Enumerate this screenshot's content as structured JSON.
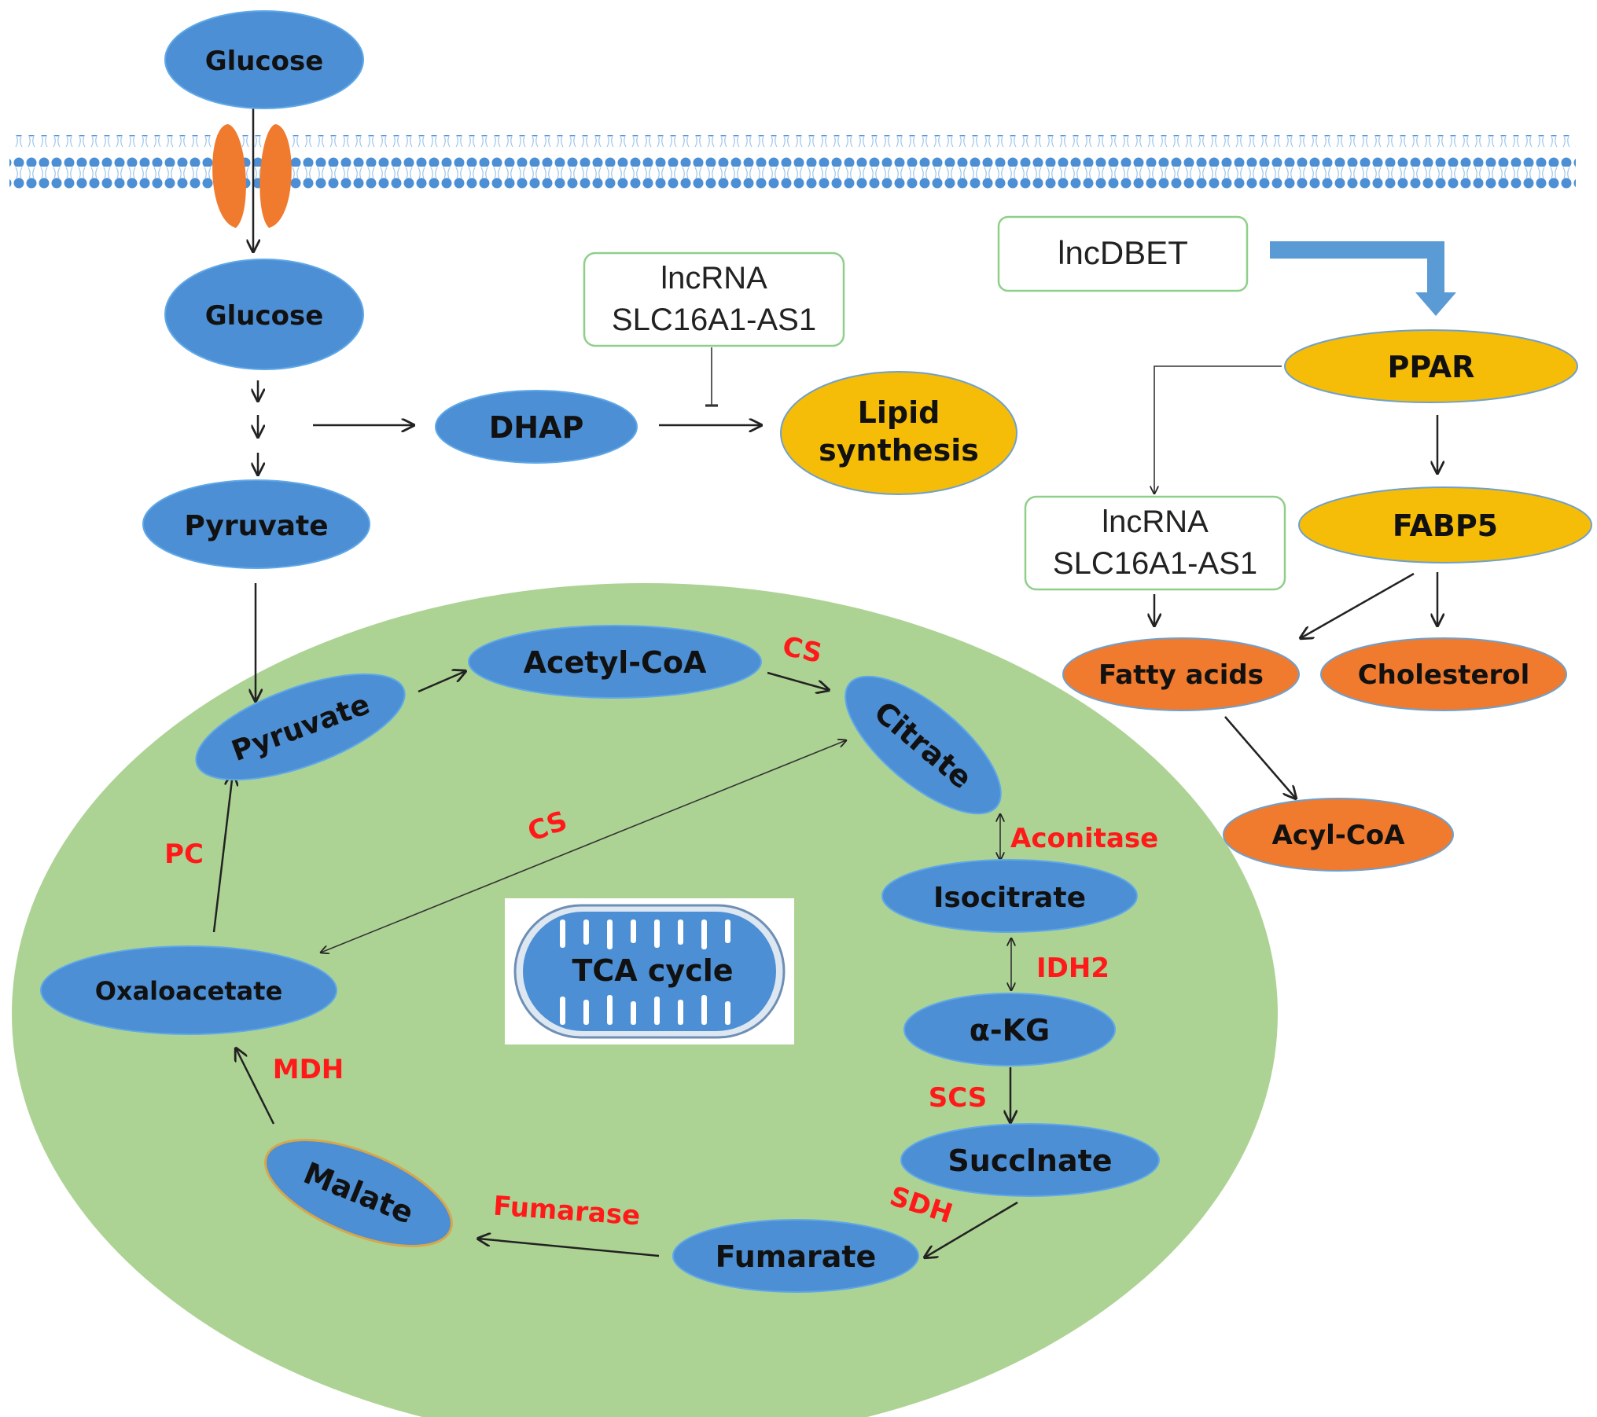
{
  "colors": {
    "node_blue": "#4d8fd4",
    "node_yellow": "#f5bd07",
    "node_orange": "#f07a2e",
    "mitochondrion_green": "#a9d18e",
    "enzyme_red": "#ff1a1a",
    "membrane_blue": "#4d8fd4",
    "transporter_orange": "#f07a2e",
    "flow_arrow_blue": "#5b9bd5"
  },
  "nodes": {
    "glucose_outside": "Glucose",
    "glucose_inside": "Glucose",
    "pyruvate_cytosol": "Pyruvate",
    "dhap": "DHAP",
    "lipid_synthesis_line1": "Lipid",
    "lipid_synthesis_line2": "synthesis",
    "pyruvate_mito": "Pyruvate",
    "acetyl_coa": "Acetyl-CoA",
    "citrate": "Citrate",
    "isocitrate": "Isocitrate",
    "alpha_kg": "α-KG",
    "succinate": "Succlnate",
    "fumarate": "Fumarate",
    "malate": "Malate",
    "oxaloacetate": "Oxaloacetate",
    "ppar": "PPAR",
    "fabp5": "FABP5",
    "fatty_acids": "Fatty acids",
    "cholesterol": "Cholesterol",
    "acyl_coa": "Acyl-CoA"
  },
  "boxes": {
    "lncrna_top_line1": "lncRNA",
    "lncrna_top_line2": "SLC16A1-AS1",
    "lncdbet": "lncDBET",
    "lncrna_right_line1": "lncRNA",
    "lncrna_right_line2": "SLC16A1-AS1"
  },
  "enzymes": {
    "cs_top": "CS",
    "cs_cross": "CS",
    "aconitase": "Aconitase",
    "idh2": "IDH2",
    "scs": "SCS",
    "sdh": "SDH",
    "fumarase": "Fumarase",
    "mdh": "MDH",
    "pc": "PC"
  },
  "tca_label": "TCA cycle"
}
